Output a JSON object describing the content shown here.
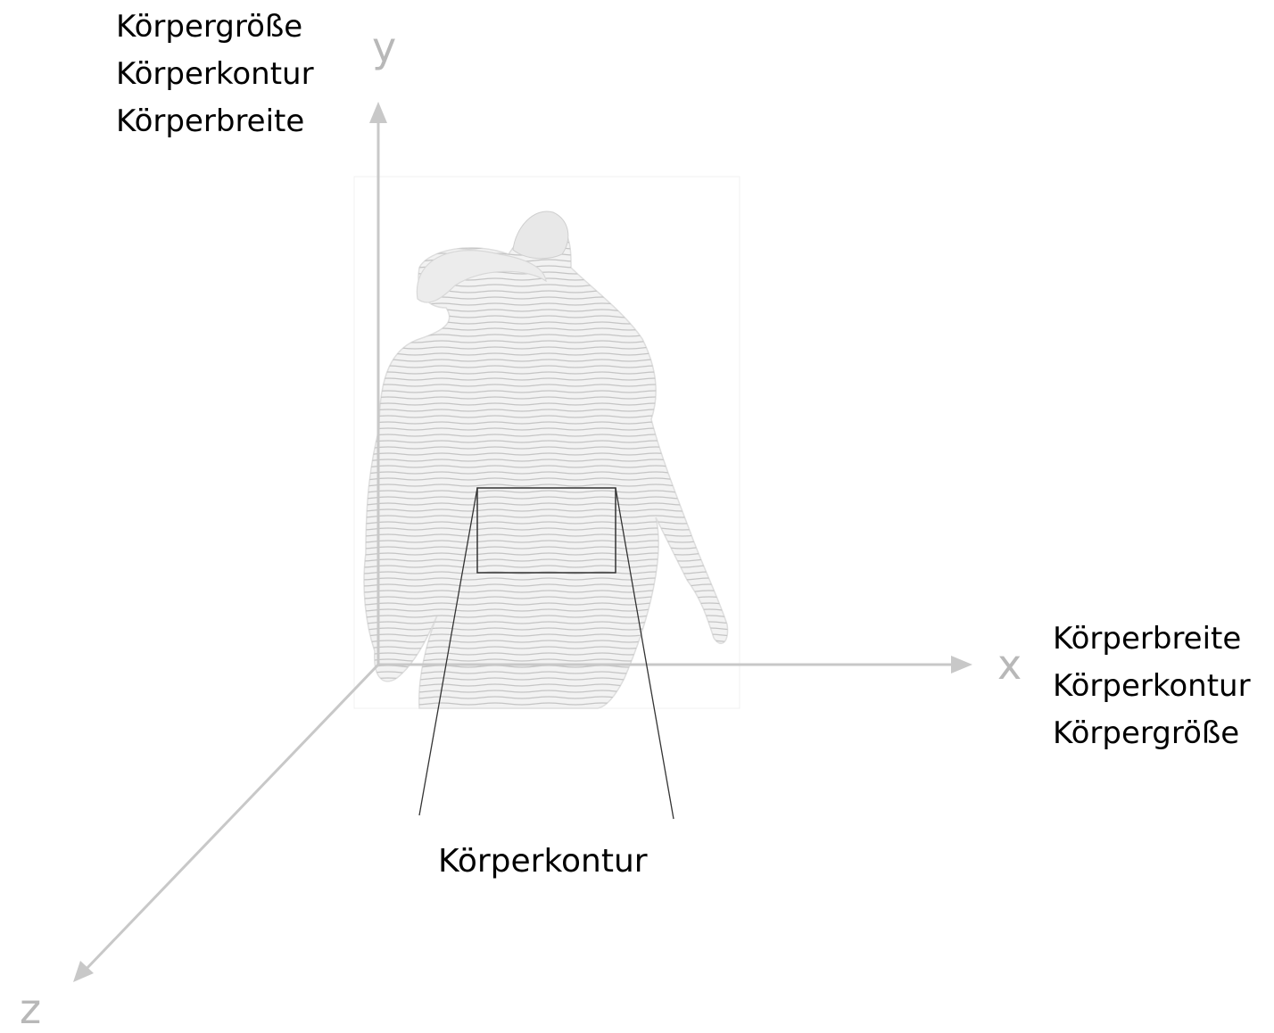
{
  "axes": {
    "y": {
      "letter": "y",
      "labels": [
        "Körpergröße",
        "Körperkontur",
        "Körperbreite"
      ]
    },
    "x": {
      "letter": "x",
      "labels": [
        "Körperbreite",
        "Körperkontur",
        "Körpergröße"
      ]
    },
    "z": {
      "letter": "z"
    }
  },
  "detail": {
    "label": "Körperkontur"
  },
  "colors": {
    "axis": "#c8c8c8",
    "axis_letter": "#b8b8b8",
    "text": "#000000",
    "detail_frame": "#333333",
    "figure_fill": "#f2f2f2",
    "figure_lines": "#c4c4c4"
  },
  "figure": {
    "subject": "sliced-body-sculpture"
  }
}
